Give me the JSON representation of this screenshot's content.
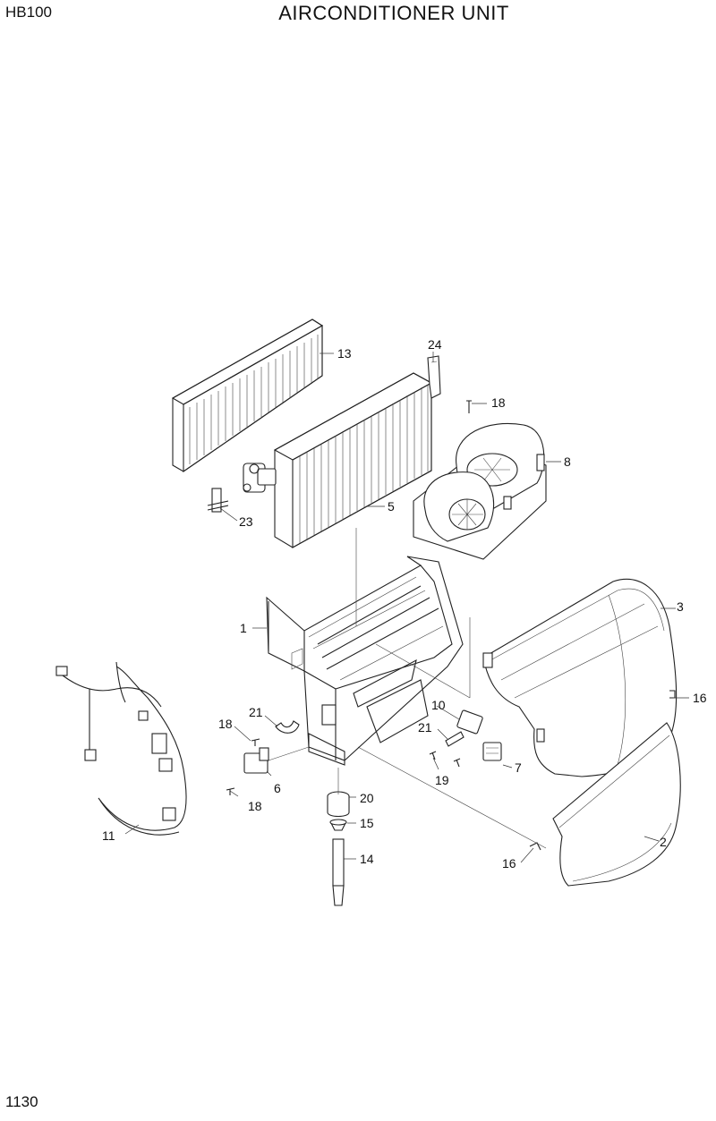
{
  "header": {
    "model": "HB100",
    "title": "AIRCONDITIONER UNIT"
  },
  "footer": {
    "page_number": "1130"
  },
  "callouts": [
    "1",
    "2",
    "3",
    "5",
    "6",
    "7",
    "8",
    "10",
    "11",
    "13",
    "14",
    "15",
    "16",
    "16",
    "18",
    "18",
    "18",
    "19",
    "20",
    "21",
    "21",
    "23",
    "24"
  ],
  "icons": [
    "evaporator-icon",
    "air-filter-icon",
    "blower-icon",
    "cover-icon",
    "harness-icon",
    "resistor-icon",
    "relay-icon",
    "screw-icon",
    "clip-icon",
    "drain-hose-icon"
  ]
}
